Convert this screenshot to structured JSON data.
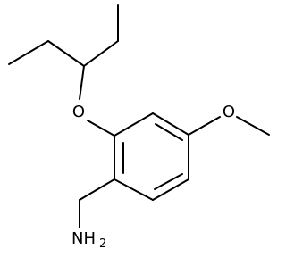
{
  "molecule": {
    "atoms": {
      "oxygen_ether_left": "O",
      "oxygen_ether_right": "O",
      "amine_main": "NH",
      "amine_subscript": "2"
    }
  }
}
